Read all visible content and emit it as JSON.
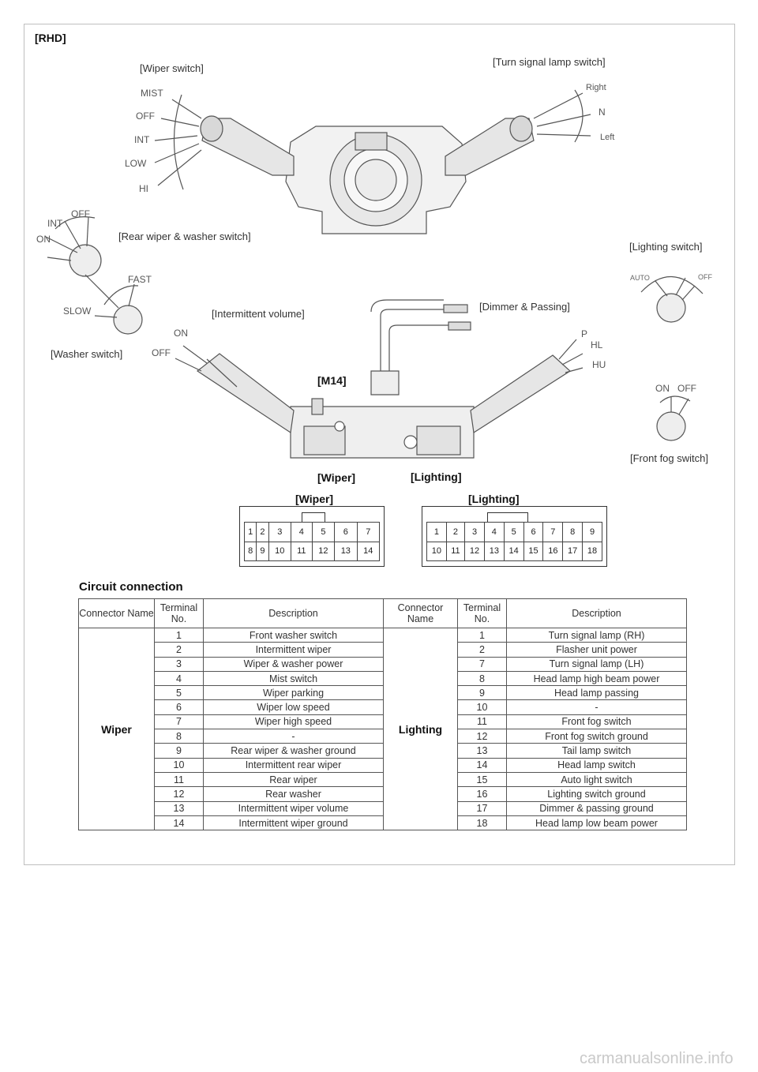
{
  "header": {
    "variant": "[RHD]"
  },
  "labels": {
    "wiper_switch": "[Wiper switch]",
    "turn_switch": "[Turn signal lamp switch]",
    "rear_wiper": "[Rear wiper & washer switch]",
    "lighting_switch": "[Lighting switch]",
    "intermittent_volume": "[Intermittent volume]",
    "dimmer_passing": "[Dimmer & Passing]",
    "washer_switch": "[Washer switch]",
    "front_fog": "[Front fog switch]",
    "m14": "[M14]",
    "wiper_conn": "[Wiper]",
    "lighting_conn": "[Lighting]"
  },
  "positions": {
    "wiper": [
      "MIST",
      "OFF",
      "INT",
      "LOW",
      "HI"
    ],
    "turn": [
      "Right",
      "N",
      "Left"
    ],
    "rear_wiper": [
      "INT",
      "OFF",
      "ON"
    ],
    "washer": [
      "FAST",
      "SLOW"
    ],
    "lighting": [
      "AUTO",
      "OFF"
    ],
    "volume": [
      "ON",
      "OFF"
    ],
    "dimmer": [
      "P",
      "HL",
      "HU"
    ],
    "fog": [
      "ON",
      "OFF"
    ]
  },
  "connectors": {
    "wiper": {
      "title": "[Wiper]",
      "rows": [
        [
          "1",
          "2",
          "3",
          "4",
          "5",
          "6",
          "7"
        ],
        [
          "8",
          "9",
          "10",
          "11",
          "12",
          "13",
          "14"
        ]
      ]
    },
    "lighting": {
      "title": "[Lighting]",
      "rows": [
        [
          "1",
          "2",
          "3",
          "4",
          "5",
          "6",
          "7",
          "8",
          "9"
        ],
        [
          "10",
          "11",
          "12",
          "13",
          "14",
          "15",
          "16",
          "17",
          "18"
        ]
      ]
    }
  },
  "circuit": {
    "title": "Circuit connection",
    "headers": {
      "connector": "Connector Name",
      "terminal": "Terminal No.",
      "description": "Description"
    },
    "left_group": "Wiper",
    "right_group": "Lighting",
    "left": [
      {
        "no": "1",
        "desc": "Front washer switch"
      },
      {
        "no": "2",
        "desc": "Intermittent wiper"
      },
      {
        "no": "3",
        "desc": "Wiper & washer power"
      },
      {
        "no": "4",
        "desc": "Mist switch"
      },
      {
        "no": "5",
        "desc": "Wiper parking"
      },
      {
        "no": "6",
        "desc": "Wiper low speed"
      },
      {
        "no": "7",
        "desc": "Wiper high speed"
      },
      {
        "no": "8",
        "desc": "-"
      },
      {
        "no": "9",
        "desc": "Rear wiper & washer ground"
      },
      {
        "no": "10",
        "desc": "Intermittent rear wiper"
      },
      {
        "no": "11",
        "desc": "Rear wiper"
      },
      {
        "no": "12",
        "desc": "Rear washer"
      },
      {
        "no": "13",
        "desc": "Intermittent wiper volume"
      },
      {
        "no": "14",
        "desc": "Intermittent wiper ground"
      }
    ],
    "right": [
      {
        "no": "1",
        "desc": "Turn signal lamp (RH)"
      },
      {
        "no": "2",
        "desc": "Flasher unit power"
      },
      {
        "no": "7",
        "desc": "Turn signal lamp (LH)"
      },
      {
        "no": "8",
        "desc": "Head lamp high beam power"
      },
      {
        "no": "9",
        "desc": "Head lamp passing"
      },
      {
        "no": "10",
        "desc": "-"
      },
      {
        "no": "11",
        "desc": "Front fog switch"
      },
      {
        "no": "12",
        "desc": "Front fog switch ground"
      },
      {
        "no": "13",
        "desc": "Tail lamp switch"
      },
      {
        "no": "14",
        "desc": "Head lamp switch"
      },
      {
        "no": "15",
        "desc": "Auto light switch"
      },
      {
        "no": "16",
        "desc": "Lighting switch ground"
      },
      {
        "no": "17",
        "desc": "Dimmer & passing ground"
      },
      {
        "no": "18",
        "desc": "Head lamp low beam power"
      }
    ]
  },
  "watermark": "carmanualsonline.info"
}
